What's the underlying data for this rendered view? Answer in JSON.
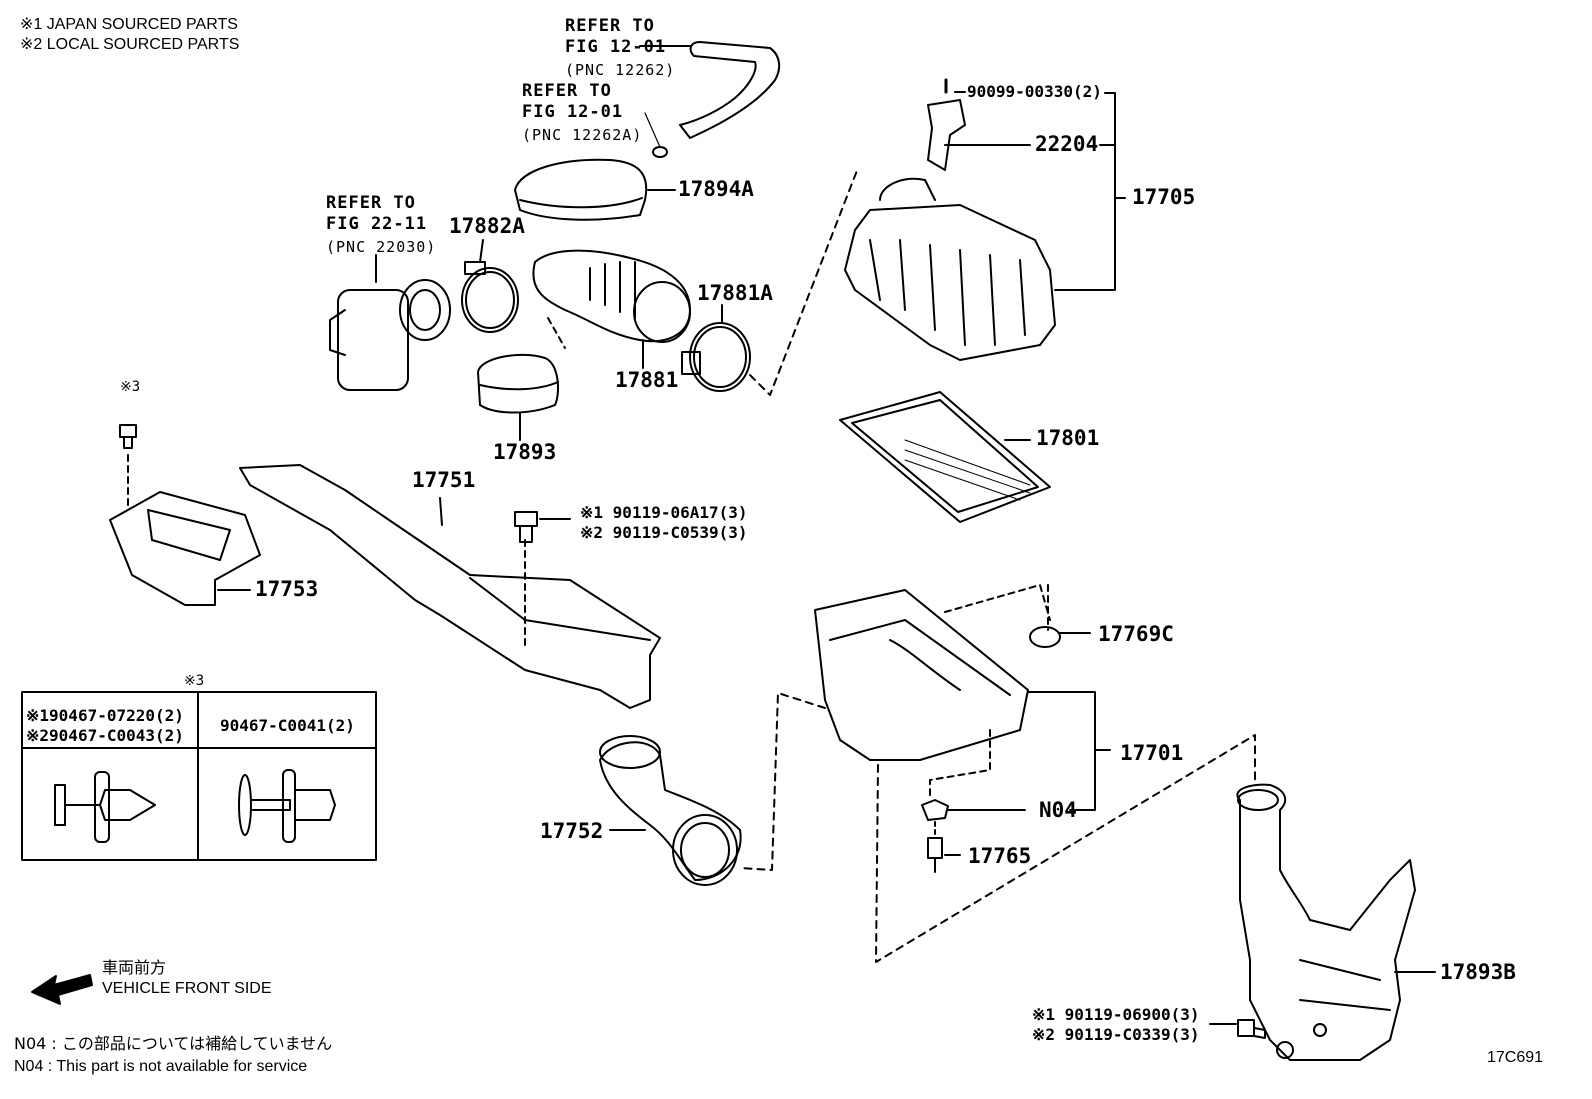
{
  "legend": {
    "line1": "※1  JAPAN SOURCED PARTS",
    "line2": "※2  LOCAL SOURCED PARTS"
  },
  "refs": {
    "ref_a": {
      "l1": "REFER TO",
      "l2": "FIG 12-01",
      "l3": "(PNC 12262)"
    },
    "ref_b": {
      "l1": "REFER TO",
      "l2": "FIG 12-01",
      "l3": "(PNC 12262A)"
    },
    "ref_c": {
      "l1": "REFER TO",
      "l2": "FIG 22-11",
      "l3": "(PNC 22030)"
    }
  },
  "parts": {
    "p90099": "90099-00330(2)",
    "p22204": "22204",
    "p17705": "17705",
    "p17894A": "17894A",
    "p17882A": "17882A",
    "p17881A": "17881A",
    "p17881": "17881",
    "p17893": "17893",
    "p17801": "17801",
    "p17751": "17751",
    "p17753": "17753",
    "p90119a1": "※1 90119-06A17(3)",
    "p90119a2": "※2 90119-C0539(3)",
    "p17769C": "17769C",
    "p17701": "17701",
    "pN04": "N04",
    "p17765": "17765",
    "p17752": "17752",
    "p17893B": "17893B",
    "p90119b1": "※1  90119-06900(3)",
    "p90119b2": "※2  90119-C0339(3)"
  },
  "mark3_a": "※3",
  "mark3_b": "※3",
  "clip_table": {
    "left_l1": "※190467-07220(2)",
    "left_l2": "※290467-C0043(2)",
    "right": "90467-C0041(2)"
  },
  "front": {
    "jp": "車両前方",
    "en": "VEHICLE FRONT SIDE"
  },
  "footnote": {
    "jp": "N04 : この部品については補給していません",
    "en": "N04 : This part is not available for service"
  },
  "figure_code": "17C691"
}
